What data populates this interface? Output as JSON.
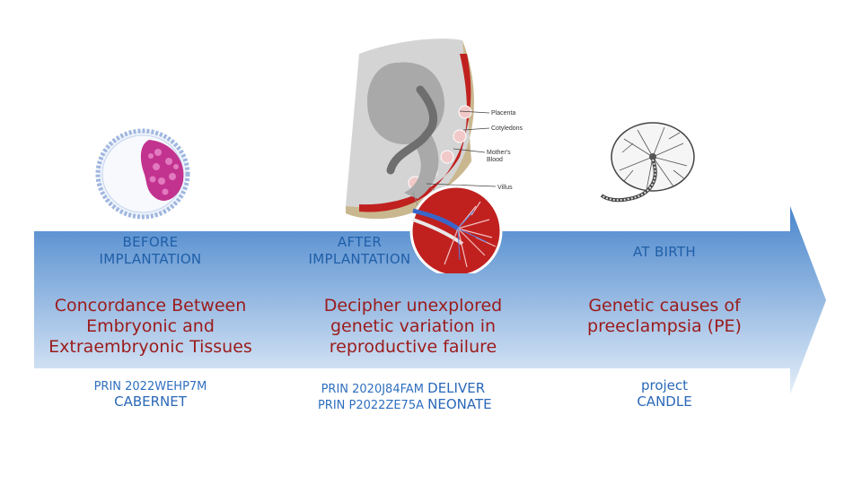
{
  "stages": [
    {
      "label_line1": "BEFORE",
      "label_line2": "IMPLANTATION",
      "title_lines": [
        "Concordance Between",
        "Embryonic and",
        "Extraembryonic Tissues"
      ],
      "project_code": "PRIN 2022WEHP7M",
      "project_name": "CABERNET"
    },
    {
      "label_line1": "AFTER",
      "label_line2": "IMPLANTATION",
      "title_lines": [
        "Decipher unexplored",
        "genetic variation in",
        "reproductive failure"
      ],
      "projects": [
        {
          "code": "PRIN 2020J84FAM",
          "name": "DELIVER"
        },
        {
          "code": "PRIN P2022ZE75A",
          "name": "NEONATE"
        }
      ]
    },
    {
      "label_line1": "AT BIRTH",
      "title_lines": [
        "Genetic causes of",
        "preeclampsia (PE)"
      ],
      "project_code": "project",
      "project_name": "CANDLE"
    }
  ],
  "fetus_diagram_labels": {
    "placenta": "Placenta",
    "cotyledons": "Cotyledons",
    "mothers_blood_1": "Mother's",
    "mothers_blood_2": "Blood",
    "villus": "Villus"
  },
  "colors": {
    "arrow_top": "#4a86cc",
    "arrow_bottom": "#e4eef9",
    "stage_label": "#1f5fa8",
    "title": "#9b1b1b",
    "project": "#2f6fc0"
  }
}
